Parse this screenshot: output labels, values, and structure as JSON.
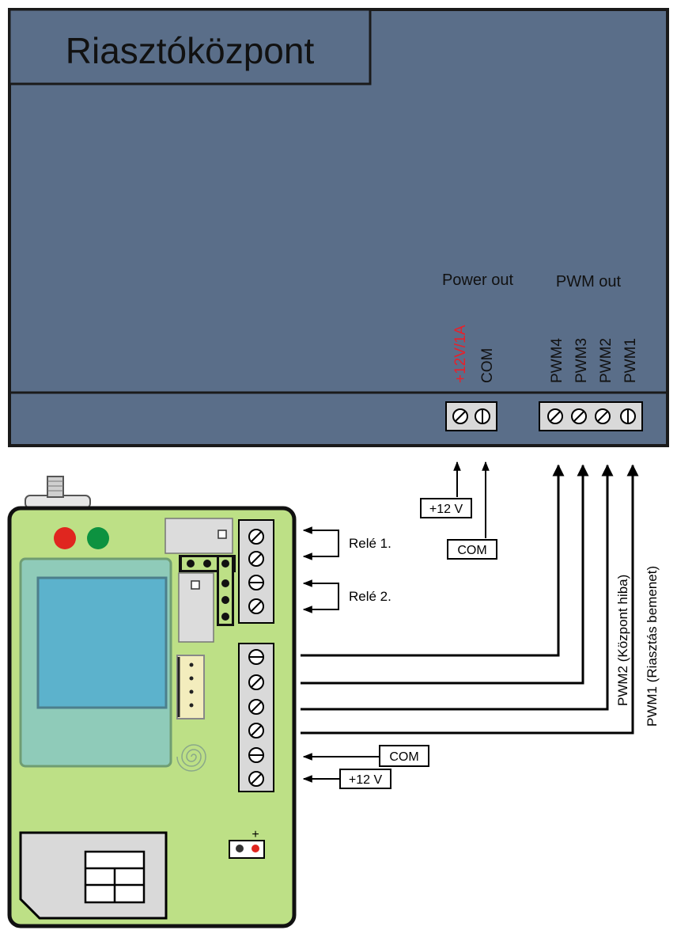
{
  "panel": {
    "title": "Riasztóközpont",
    "fill_color": "#5a6e89",
    "power_out": {
      "label": "Power out",
      "terminals": [
        "+12V/1A",
        "COM"
      ],
      "positive_color": "#e8202a"
    },
    "pwm_out": {
      "label": "PWM out",
      "terminals": [
        "PWM4",
        "PWM3",
        "PWM2",
        "PWM1"
      ]
    }
  },
  "module": {
    "board_color": "#bde086",
    "screen_color": "#5cb2cc",
    "screen_frame_color": "#8fcbb9",
    "led_colors": [
      "#e0261f",
      "#0d9240"
    ],
    "screw_terminal_icon": "slotted-screw-icon",
    "buzzer_icon": "spiral-buzzer-icon",
    "battery_polarity": "+"
  },
  "relays": {
    "relay1": "Relé 1.",
    "relay2": "Relé 2."
  },
  "wiring": {
    "power_plus": "+12 V",
    "power_com": "COM",
    "module_com": "COM",
    "module_plus": "+12 V",
    "pwm2_label": "PWM2 (Központ hiba)",
    "pwm1_label": "PWM1 (Riasztás bemenet)"
  }
}
